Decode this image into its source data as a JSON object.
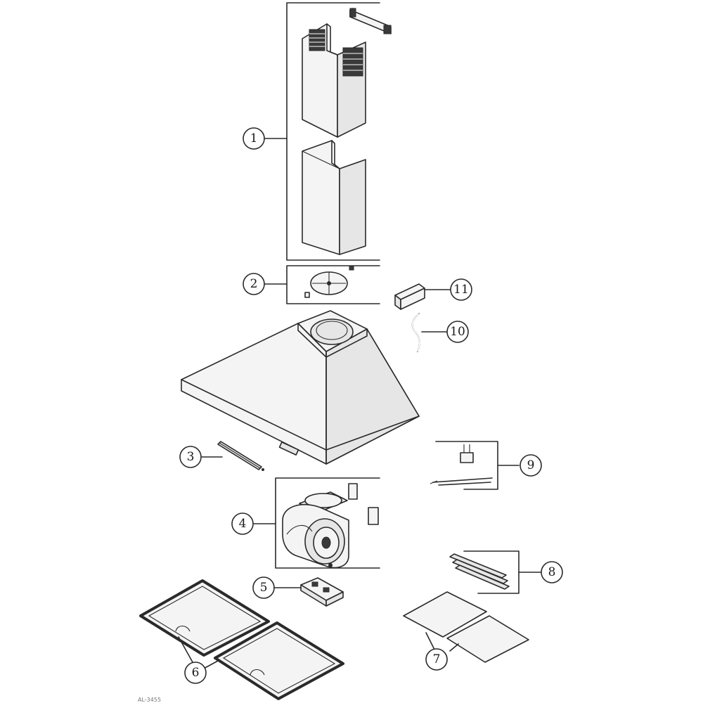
{
  "callouts": [
    {
      "id": "1",
      "part": "chimney-covers"
    },
    {
      "id": "2",
      "part": "mounting-plate-and-screws"
    },
    {
      "id": "3",
      "part": "light-rail"
    },
    {
      "id": "4",
      "part": "blower-motor-assembly"
    },
    {
      "id": "5",
      "part": "control-board"
    },
    {
      "id": "6",
      "part": "grease-filters"
    },
    {
      "id": "7",
      "part": "charcoal-filters"
    },
    {
      "id": "8",
      "part": "filter-strips"
    },
    {
      "id": "9",
      "part": "wiring-harness-and-plug"
    },
    {
      "id": "10",
      "part": "hose"
    },
    {
      "id": "11",
      "part": "junction-box"
    }
  ],
  "footer_code": "AL-3455"
}
